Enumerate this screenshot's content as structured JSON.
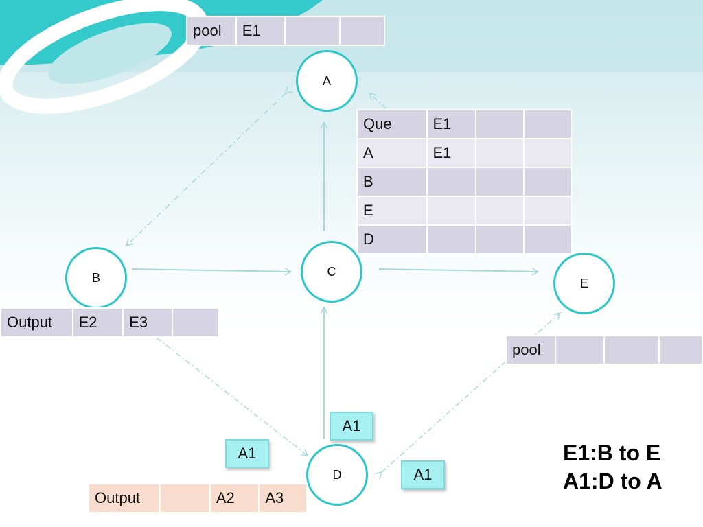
{
  "nodes": {
    "a": "A",
    "b": "B",
    "c": "C",
    "d": "D",
    "e": "E"
  },
  "tables": {
    "pool_top": [
      "pool",
      "E1",
      "",
      ""
    ],
    "queue": [
      [
        "Que",
        "E1",
        "",
        ""
      ],
      [
        "A",
        "E1",
        "",
        ""
      ],
      [
        "B",
        "",
        "",
        ""
      ],
      [
        "E",
        "",
        "",
        ""
      ],
      [
        "D",
        "",
        "",
        ""
      ]
    ],
    "output_b": [
      "Output",
      "E2",
      "E3",
      ""
    ],
    "pool_e": [
      "pool",
      "",
      "",
      ""
    ],
    "output_d": [
      "Output",
      "",
      "A2",
      "A3"
    ]
  },
  "tags": {
    "d_to_c": "A1",
    "b_to_d": "A1",
    "e_to_d": "A1"
  },
  "legend": {
    "line1": "E1:B to E",
    "line2": "A1:D to A"
  },
  "colors": {
    "node_border": "#2ec7c9",
    "table_purple": "#d6d3e2",
    "table_peach": "#f8dccd",
    "tag_fill": "#a7f0f1"
  }
}
